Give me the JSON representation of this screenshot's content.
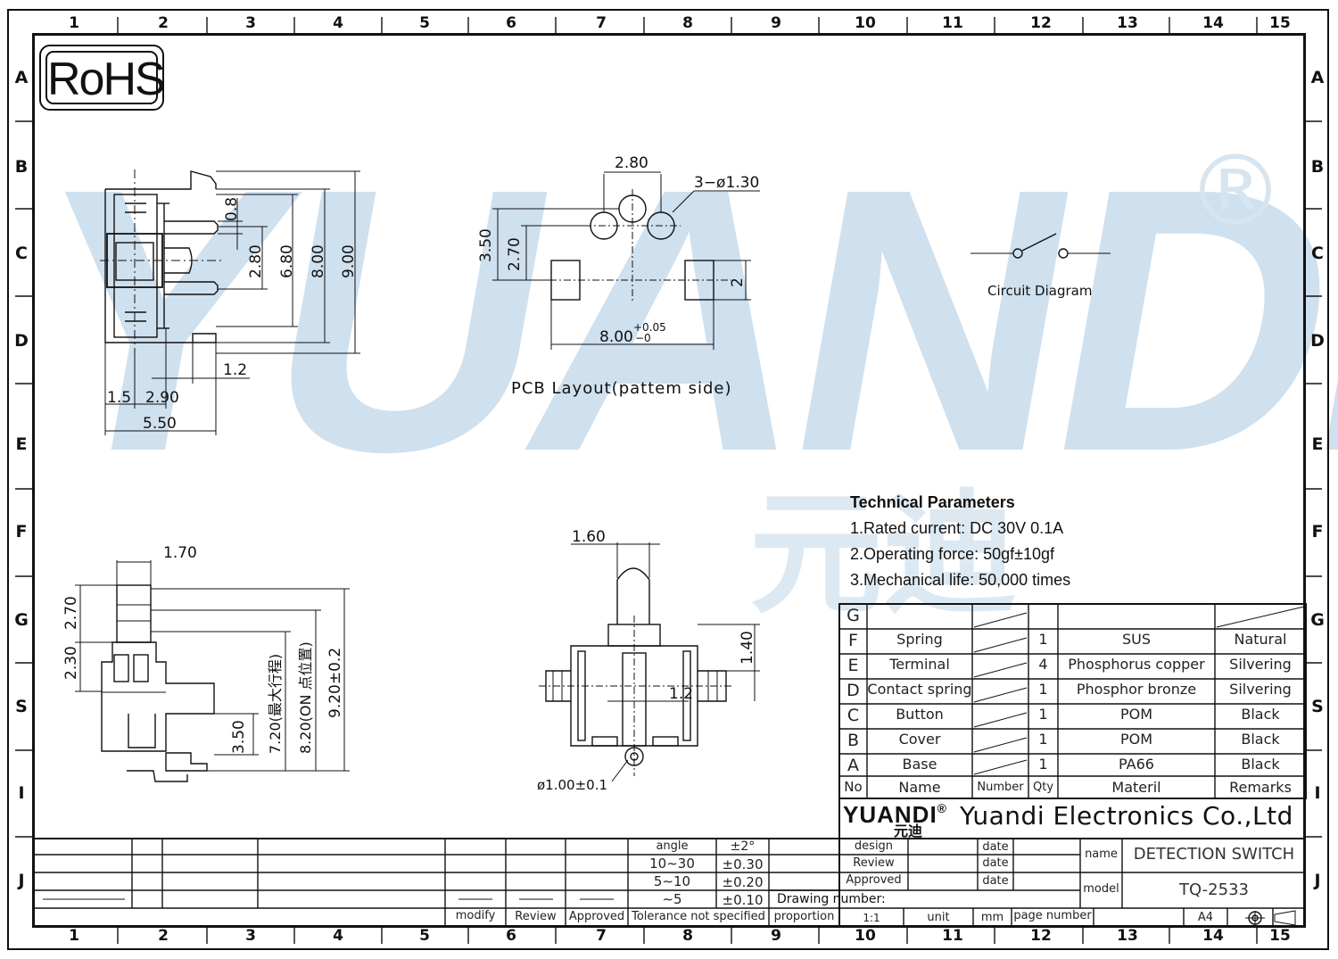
{
  "grid": {
    "columns": [
      "1",
      "2",
      "3",
      "4",
      "5",
      "6",
      "7",
      "8",
      "9",
      "10",
      "11",
      "12",
      "13",
      "14",
      "15"
    ],
    "rows": [
      "A",
      "B",
      "C",
      "D",
      "E",
      "F",
      "G",
      "S",
      "I",
      "J"
    ]
  },
  "rohs": "RoHS",
  "watermark": {
    "latin": "YUANDI",
    "cjk": "元迪",
    "registered": "®"
  },
  "side_view": {
    "dims_h": {
      "d1_2": "1.2",
      "d1_5": "1.5",
      "d2_90": "2.90",
      "d5_50": "5.50"
    },
    "dims_v": {
      "d0_8": "0.8",
      "d2_80": "2.80",
      "d6_80": "6.80",
      "d8_00": "8.00",
      "d9_00": "9.00"
    }
  },
  "pcb": {
    "d2_80": "2.80",
    "holes": "3−ø1.30",
    "d3_50": "3.50",
    "d2_70": "2.70",
    "d2": "2",
    "d8_00": "8.00",
    "tol_plus": "+0.05",
    "tol_minus": "−0",
    "caption": "PCB  Layout(pattem  side)"
  },
  "circuit": {
    "caption": "Circuit  Diagram"
  },
  "front_view": {
    "d1_70": "1.70",
    "d2_70": "2.70",
    "d2_30": "2.30",
    "d3_50": "3.50",
    "d7_20": "7.20(最大行程)",
    "d8_20": "8.20(ON  点位置)",
    "d9_20": "9.20±0.2"
  },
  "top_view": {
    "d1_60": "1.60",
    "d1_40": "1.40",
    "d1_2": "1.2",
    "d1_00": "ø1.00±0.1"
  },
  "tech": {
    "title": "Technical Parameters",
    "items": [
      "1.Rated current: DC 30V 0.1A",
      "2.Operating force: 50gf±10gf",
      "3.Mechanical life: 50,000 times"
    ]
  },
  "bom": {
    "rows": [
      {
        "no": "G",
        "name": "",
        "qty": "",
        "material": "",
        "remarks": ""
      },
      {
        "no": "F",
        "name": "Spring",
        "qty": "1",
        "material": "SUS",
        "remarks": "Natural"
      },
      {
        "no": "E",
        "name": "Terminal",
        "qty": "4",
        "material": "Phosphorus copper",
        "remarks": "Silvering"
      },
      {
        "no": "D",
        "name": "Contact spring",
        "qty": "1",
        "material": "Phosphor bronze",
        "remarks": "Silvering"
      },
      {
        "no": "C",
        "name": "Button",
        "qty": "1",
        "material": "POM",
        "remarks": "Black"
      },
      {
        "no": "B",
        "name": "Cover",
        "qty": "1",
        "material": "POM",
        "remarks": "Black"
      },
      {
        "no": "A",
        "name": "Base",
        "qty": "1",
        "material": "PA66",
        "remarks": "Black"
      }
    ],
    "header": {
      "no": "No",
      "name": "Name",
      "number": "Number",
      "qty": "Qty",
      "material": "Materil",
      "remarks": "Remarks"
    }
  },
  "title_block": {
    "logo": "YUANDI",
    "logo_reg": "®",
    "logo_cn": "元迪",
    "company": "Yuandi Electronics Co.,Ltd",
    "design": "design",
    "review": "Review",
    "approved": "Approved",
    "date": "date",
    "name_label": "name",
    "name_value": "DETECTION SWITCH",
    "model_label": "model",
    "model_value": "TQ-2533",
    "drawing_number": "Drawing number:",
    "proportion": "proportion",
    "scale": "1:1",
    "unit": "unit",
    "unit_value": "mm",
    "page_number": "page number",
    "page_size": "A4"
  },
  "tolerance": {
    "rows": [
      {
        "range": "angle",
        "tol": "±2°"
      },
      {
        "range": "10∼30",
        "tol": "±0.30"
      },
      {
        "range": "5∼10",
        "tol": "±0.20"
      },
      {
        "range": "∼5",
        "tol": "±0.10"
      }
    ],
    "caption": "Tolerance not specified"
  },
  "revision": {
    "modify": "modify",
    "review": "Review",
    "approved": "Approved"
  }
}
